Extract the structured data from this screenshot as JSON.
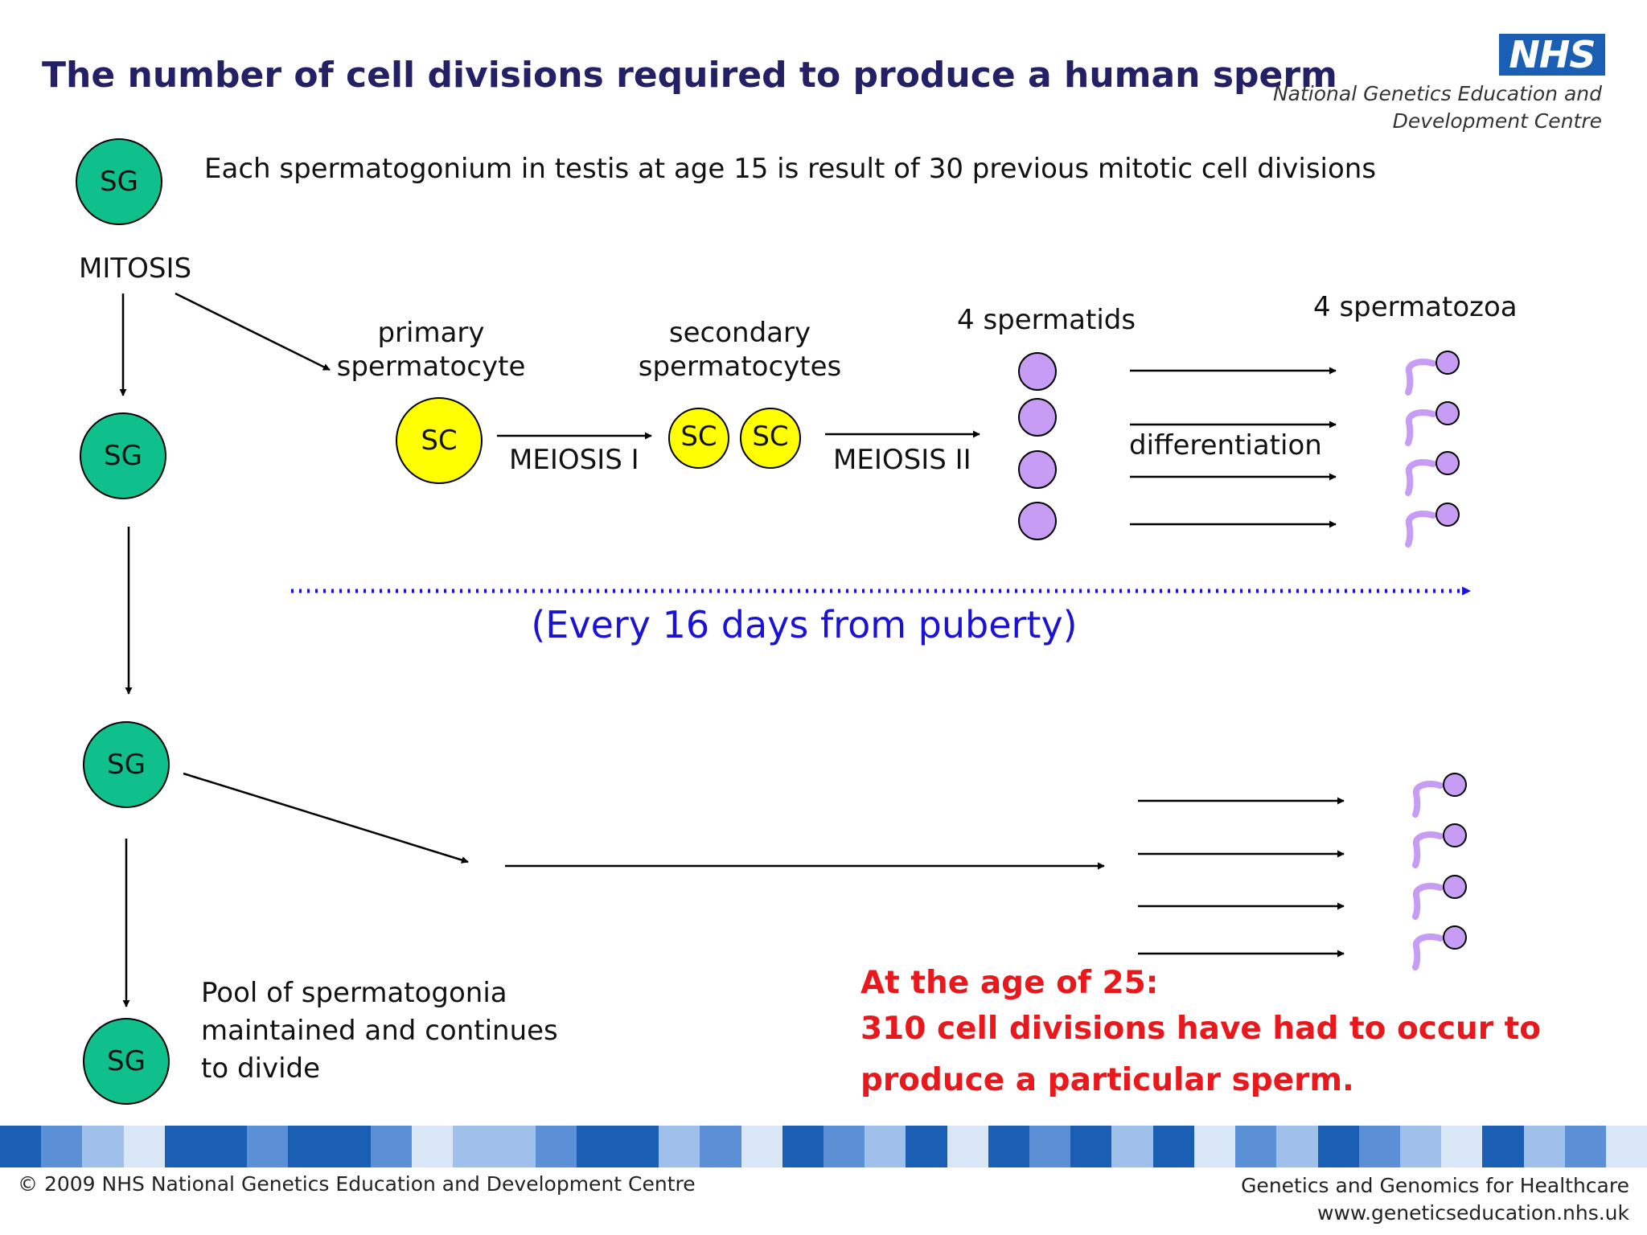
{
  "title": "The number of cell divisions required to produce a human sperm",
  "org": {
    "logo_text": "NHS",
    "line1": "National Genetics Education and",
    "line2": "Development Centre"
  },
  "cells": {
    "sg": "SG",
    "sc": "SC"
  },
  "labels": {
    "intro": "Each spermatogonium in testis at age 15 is result of 30 previous mitotic cell divisions",
    "mitosis": "MITOSIS",
    "primary_line1": "primary",
    "primary_line2": "spermatocyte",
    "secondary_line1": "secondary",
    "secondary_line2": "spermatocytes",
    "spermatids": "4 spermatids",
    "spermatozoa": "4 spermatozoa",
    "meiosis1": "MEIOSIS I",
    "meiosis2": "MEIOSIS II",
    "differentiation": "differentiation",
    "pool_line1": "Pool of spermatogonia",
    "pool_line2": "maintained and continues",
    "pool_line3": "to divide"
  },
  "cycle_note": "(Every 16 days from puberty)",
  "conclusion": {
    "line1": "At the age of 25:",
    "line2": "310 cell divisions have had to occur to",
    "line3": "produce a particular sperm."
  },
  "footer": {
    "copyright": "© 2009 NHS National Genetics Education and Development Centre",
    "right_line1": "Genetics and Genomics for Healthcare",
    "right_line2": "www.geneticseducation.nhs.uk"
  },
  "colors": {
    "title": "#232066",
    "sg_fill": "#0fbf8c",
    "sc_fill": "#ffff00",
    "spermatid_fill": "#c69cf4",
    "blue_note": "#1a12d4",
    "red_note": "#e8181c",
    "nhs_blue": "#1b5fb4"
  }
}
